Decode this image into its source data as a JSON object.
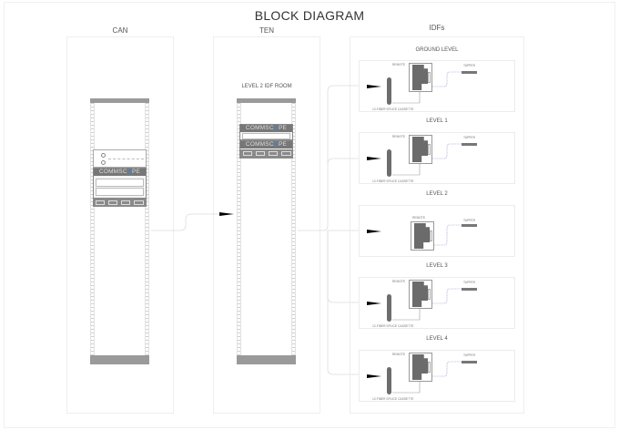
{
  "diagram": {
    "title": "BLOCK DIAGRAM",
    "columns": [
      {
        "id": "can",
        "label": "CAN"
      },
      {
        "id": "ten",
        "label": "TEN",
        "sublabel": "LEVEL 2 IDF ROOM"
      },
      {
        "id": "idfs",
        "label": "IDFs"
      }
    ],
    "can_rack": {
      "brand": "COMMSCOPE",
      "brand_prefix": "COMMSC",
      "brand_dot": "O",
      "brand_suffix": "PE"
    },
    "ten_rack": {
      "units": [
        {
          "brand_prefix": "COMMSC",
          "brand_dot": "O",
          "brand_suffix": "PE"
        },
        {
          "brand_prefix": "COMMSC",
          "brand_dot": "O",
          "brand_suffix": "PE"
        }
      ]
    },
    "idf_levels": [
      {
        "label": "GROUND LEVEL",
        "remote": "REMOTE",
        "tapper": "TAPPER",
        "cassette": "12-FIBER SPLICE CASSETTE",
        "has_cassette": true
      },
      {
        "label": "LEVEL 1",
        "remote": "REMOTE",
        "tapper": "TAPPER",
        "cassette": "12-FIBER SPLICE CASSETTE",
        "has_cassette": true
      },
      {
        "label": "LEVEL 2",
        "remote": "REMOTE",
        "tapper": "TAPPER",
        "cassette": "",
        "has_cassette": false
      },
      {
        "label": "LEVEL 3",
        "remote": "REMOTE",
        "tapper": "TAPPER",
        "cassette": "12-FIBER SPLICE CASSETTE",
        "has_cassette": true
      },
      {
        "label": "LEVEL 4",
        "remote": "REMOTE",
        "tapper": "TAPPER",
        "cassette": "12-FIBER SPLICE CASSETTE",
        "has_cassette": true
      }
    ],
    "colors": {
      "rack_cap": "#9a9a9a",
      "brand_accent": "#3d8bd6",
      "equipment_dark": "#6b6b6b",
      "fiber_line": "#b8b8d8"
    }
  }
}
